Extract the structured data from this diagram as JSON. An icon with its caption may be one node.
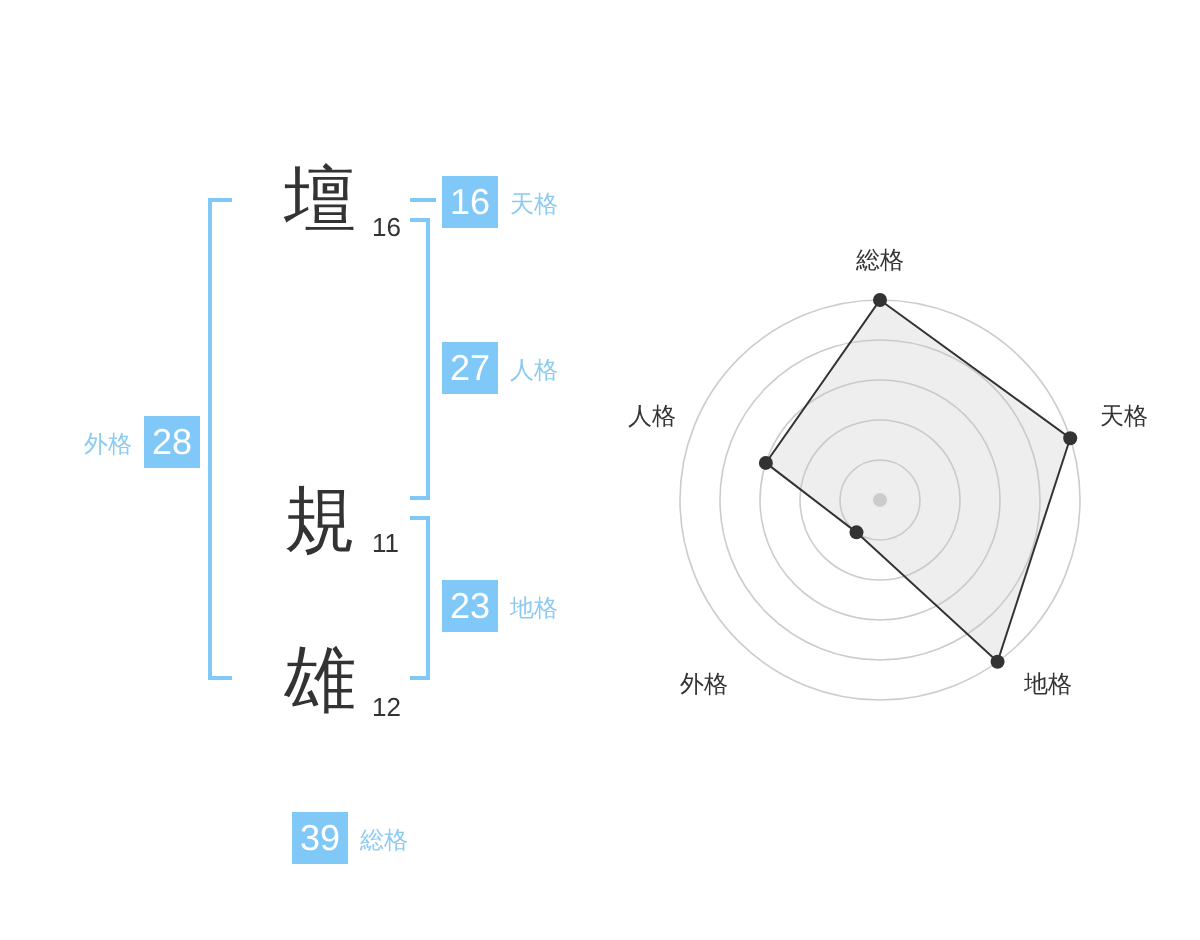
{
  "diagram": {
    "nodes": [
      {
        "text": [
          "16"
        ],
        "beside": [
          "天格"
        ]
      },
      {
        "text": [
          "27"
        ],
        "beside": [
          "人格"
        ]
      },
      {
        "text": [
          "28"
        ],
        "beside": [
          "外格"
        ]
      },
      {
        "text": [
          "23"
        ],
        "beside": [
          "地格"
        ]
      },
      {
        "text": [
          "39"
        ],
        "beside": [
          "総格"
        ]
      }
    ],
    "labels": [
      "壇",
      "16",
      "総格",
      "規",
      "11",
      "人格",
      "天格",
      "雄",
      "12",
      "外格",
      "地格"
    ]
  }
}
